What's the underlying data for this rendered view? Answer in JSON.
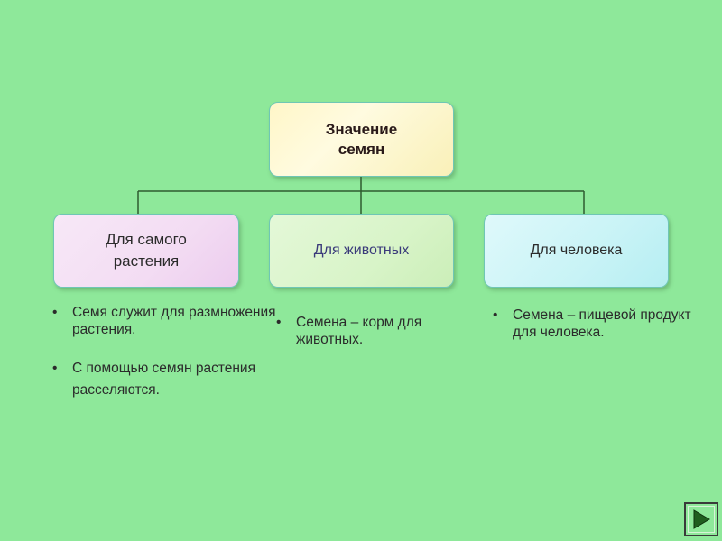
{
  "diagram": {
    "root": {
      "label": "Значение\nсемян"
    },
    "branches": [
      {
        "label": "Для самого\nрастения",
        "notes": [
          "Семя служит для размножения растения.",
          "С помощью семян растения расселяются."
        ]
      },
      {
        "label": "Для животных",
        "notes": [
          "Семена – корм для животных."
        ]
      },
      {
        "label": "Для человека",
        "notes": [
          "Семена – пищевой продукт для человека."
        ]
      }
    ]
  },
  "bullet_glyph": "•",
  "nav": {
    "icon": "next-triangle-icon"
  },
  "colors": {
    "background": "#8ee89a",
    "connector": "#2f5a2f",
    "root_fill": "#fff6c8",
    "branch1_fill": "#f3dcf3",
    "branch2_fill": "#d8f4c8",
    "branch3_fill": "#c8f3f6",
    "nav_triangle": "#1f5e1f"
  }
}
